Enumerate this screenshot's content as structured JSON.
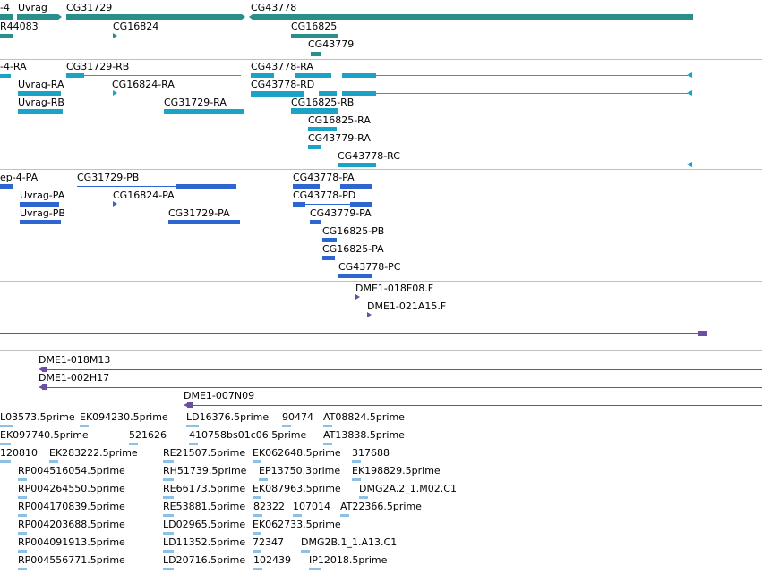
{
  "colors": {
    "gene": "#2a8f8a",
    "transcript": "#1aa3c6",
    "protein": "#2e66d1",
    "genomic": "#6b4fa0",
    "est": "#8ec0e3",
    "separator": "#c0c0c0"
  },
  "gene_track": {
    "labels": [
      "-4",
      "Uvrag",
      "CG31729",
      "CG43778",
      "R44083",
      "CG16824",
      "CG16825",
      "CG43779"
    ]
  },
  "transcript_track": {
    "labels": [
      "-4-RA",
      "CG31729-RB",
      "CG43778-RA",
      "Uvrag-RA",
      "CG16824-RA",
      "CG43778-RD",
      "Uvrag-RB",
      "CG31729-RA",
      "CG16825-RB",
      "CG16825-RA",
      "CG43779-RA",
      "CG43778-RC"
    ]
  },
  "protein_track": {
    "labels": [
      "ep-4-PA",
      "CG31729-PB",
      "CG43778-PA",
      "Uvrag-PA",
      "CG16824-PA",
      "CG43778-PD",
      "Uvrag-PB",
      "CG31729-PA",
      "CG43779-PA",
      "CG16825-PB",
      "CG16825-PA",
      "CG43778-PC"
    ]
  },
  "clone_track": {
    "labels": [
      "DME1-018F08.F",
      "DME1-021A15.F"
    ]
  },
  "clone_track2": {
    "labels": [
      "DME1-018M13",
      "DME1-002H17",
      "DME1-007N09"
    ]
  },
  "est_track": {
    "labels": [
      "L03573.5prime",
      "EK094230.5prime",
      "LD16376.5prime",
      "90474",
      "AT08824.5prime",
      "EK097740.5prime",
      "521626",
      "410758bs01c06.5prime",
      "AT13838.5prime",
      "120810",
      "EK283222.5prime",
      "RE21507.5prime",
      "EK062648.5prime",
      "317688",
      "RP004516054.5prime",
      "RH51739.5prime",
      "EP13750.3prime",
      "EK198829.5prime",
      "RP004264550.5prime",
      "RE66173.5prime",
      "EK087963.5prime",
      "DMG2A.2_1.M02.C1",
      "RP004170839.5prime",
      "RE53881.5prime",
      "82322",
      "107014",
      "AT22366.5prime",
      "RP004203688.5prime",
      "LD02965.5prime",
      "EK062733.5prime",
      "RP004091913.5prime",
      "LD11352.5prime",
      "72347",
      "DMG2B.1_1.A13.C1",
      "RP004556771.5prime",
      "LD20716.5prime",
      "102439",
      "IP12018.5prime"
    ]
  }
}
